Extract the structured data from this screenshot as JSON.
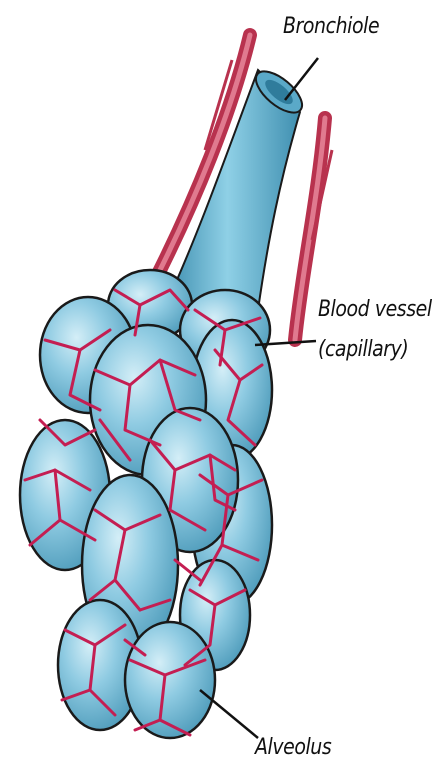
{
  "labels": {
    "bronchiole": "Bronchiole",
    "blood_vessel_line1": "Blood vessel",
    "blood_vessel_line2": "(capillary)",
    "alveolus": "Alveolus"
  },
  "colors": {
    "alveolus_fill": "#7fc3dc",
    "alveolus_highlight": "#c8e8f2",
    "capillary": "#c41e52",
    "bronchiole_fill": "#74b8d2",
    "outline": "#1a1a1a"
  }
}
